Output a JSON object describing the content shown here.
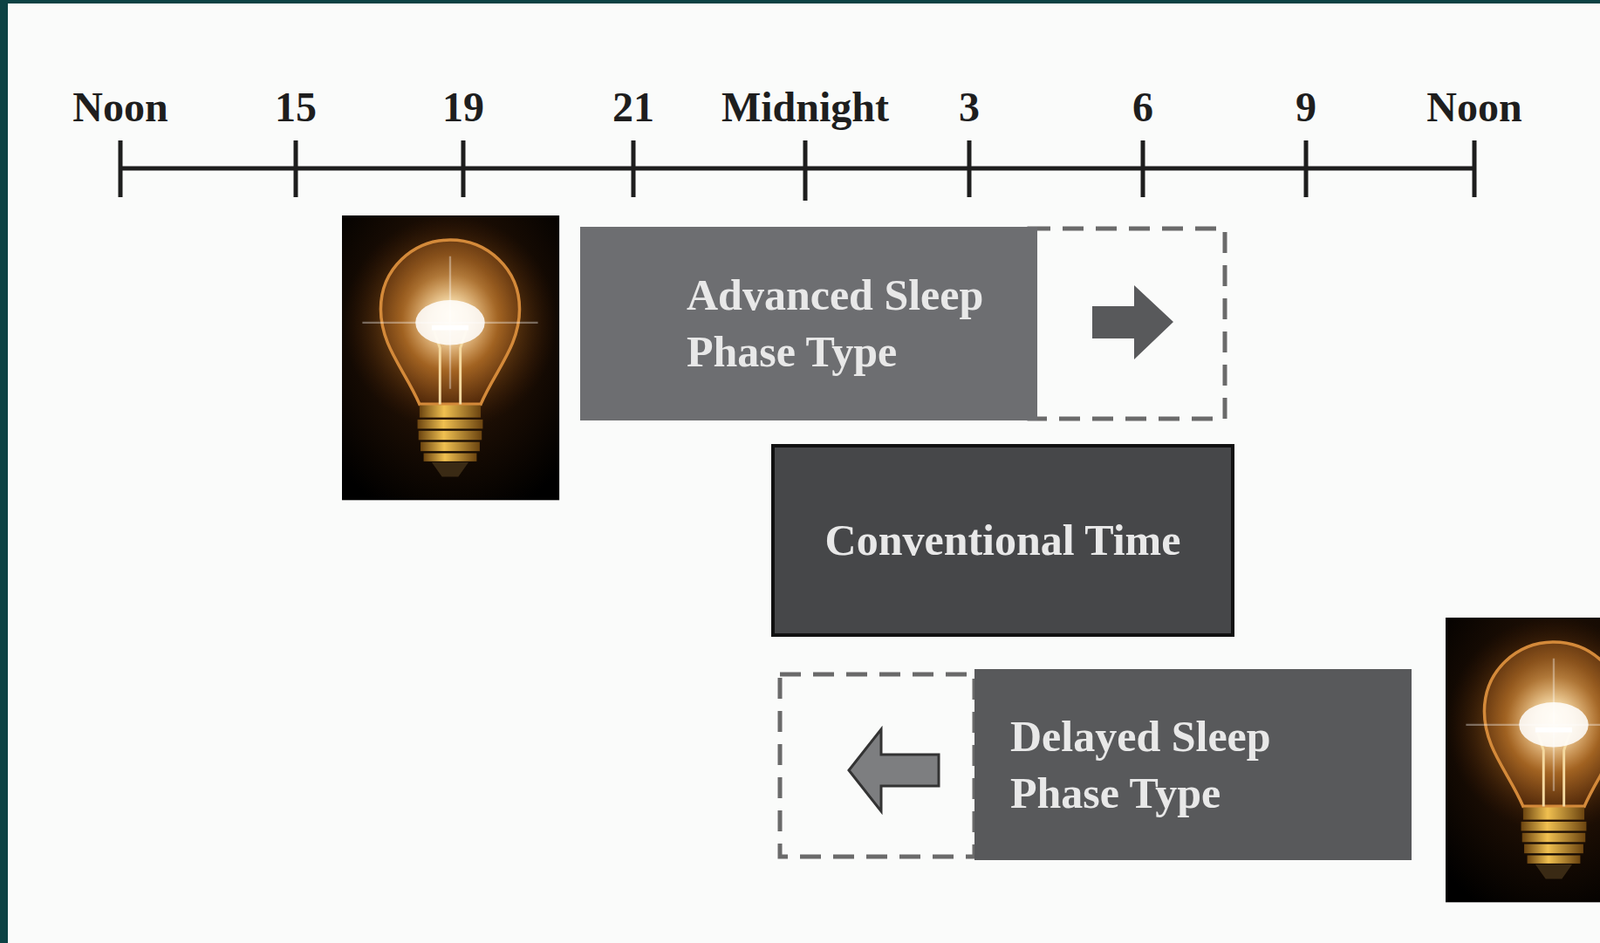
{
  "diagram": {
    "nodes": [
      {
        "text": [
          "Advanced Sleep Phase Type"
        ]
      },
      {
        "text": [
          "Conventional Time"
        ]
      },
      {
        "text": [
          "Delayed Sleep Phase Type"
        ]
      }
    ],
    "labels": [
      "Noon",
      "15",
      "19",
      "21",
      "Midnight",
      "3",
      "6",
      "9",
      "Noon"
    ]
  }
}
